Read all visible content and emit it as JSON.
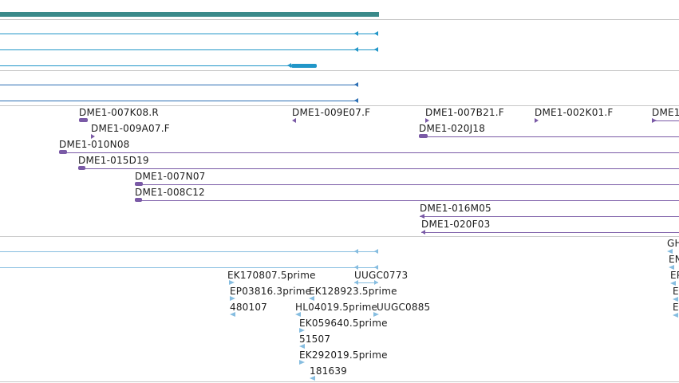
{
  "colors": {
    "teal_bar": "#3a8a8a",
    "cyan_transcript": "#2196c8",
    "blue_transcript": "#2d6fb4",
    "purple_clone": "#7a5aa6",
    "light_blue_est": "#86bde0",
    "divider": "#c8c8c8"
  },
  "clones": {
    "c1": "DME1-007K08.R",
    "c2": "DME1-009A07.F",
    "c3": "DME1-010N08",
    "c4": "DME1-015D19",
    "c5": "DME1-007N07",
    "c6": "DME1-008C12",
    "c7": "DME1-009E07.F",
    "c8": "DME1-007B21.F",
    "c9": "DME1-020J18",
    "c10": "DME1-002K01.F",
    "c11": "DME1",
    "c12": "DME1-016M05",
    "c13": "DME1-020F03"
  },
  "ests": {
    "e1": "EK170807.5prime",
    "e2": "EP03816.3prime",
    "e3": "EK128923.5prime",
    "e4": "480107",
    "e5": "HL04019.5prime",
    "e6": "UUGC0773",
    "e7": "UUGC0885",
    "e8": "EK059640.5prime",
    "e9": "51507",
    "e10": "EK292019.5prime",
    "e11": "181639",
    "e12": "GH",
    "e13": "EN",
    "e14": "EP",
    "e15": "E",
    "e16": "E"
  }
}
